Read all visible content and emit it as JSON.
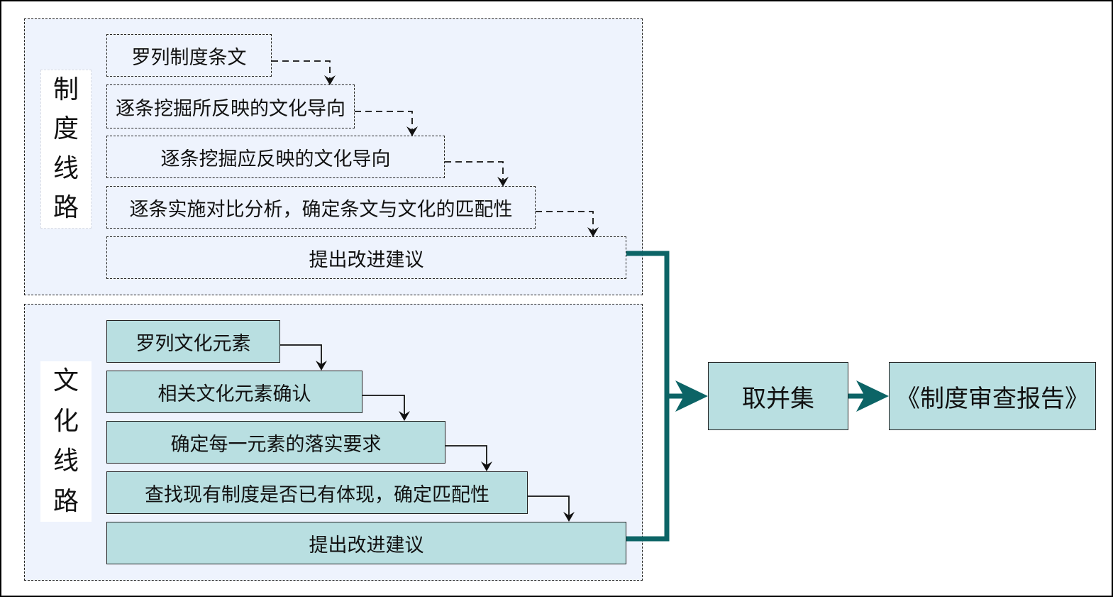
{
  "colors": {
    "panel_fill": "#eef3fd",
    "box_fill": "#b9dfe1",
    "main_connector": "#0c6466",
    "border": "#222222"
  },
  "system_route": {
    "label_chars": [
      "制",
      "度",
      "线",
      "路"
    ],
    "steps": [
      "罗列制度条文",
      "逐条挖掘所反映的文化导向",
      "逐条挖掘应反映的文化导向",
      "逐条实施对比分析，确定条文与文化的匹配性",
      "提出改进建议"
    ]
  },
  "culture_route": {
    "label_chars": [
      "文",
      "化",
      "线",
      "路"
    ],
    "steps": [
      "罗列文化元素",
      "相关文化元素确认",
      "确定每一元素的落实要求",
      "查找现有制度是否已有体现，确定匹配性",
      "提出改进建议"
    ]
  },
  "merge": {
    "union_label": "取并集",
    "report_label": "《制度审查报告》"
  }
}
